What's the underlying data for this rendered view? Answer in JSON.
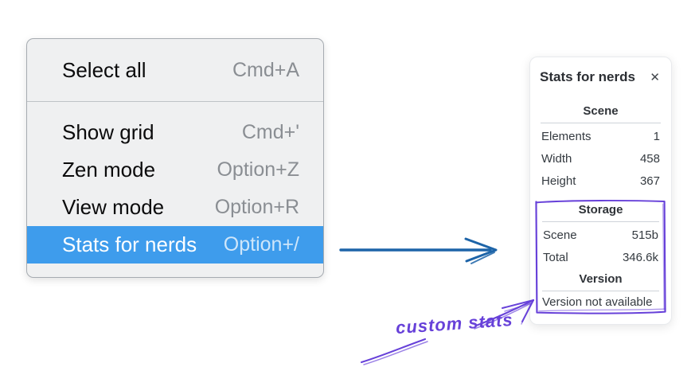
{
  "colors": {
    "canvas_bg": "#ffffff",
    "menu_bg": "#eff0f1",
    "menu_border": "#a6abb1",
    "menu_divider": "#bfc3c7",
    "menu_text": "#0b0b0c",
    "menu_shortcut": "#8a8e93",
    "highlight_blue": "#3e9cec",
    "highlight_text": "#ffffff",
    "panel_bg": "#ffffff",
    "panel_text": "#343a40",
    "panel_divider": "#ced3d9",
    "violet": "#6741d9",
    "arrow_blue": "#1d64a8"
  },
  "menu": {
    "group1": [
      {
        "label": "Select all",
        "shortcut": "Cmd+A"
      }
    ],
    "group2": [
      {
        "label": "Show grid",
        "shortcut": "Cmd+'"
      },
      {
        "label": "Zen mode",
        "shortcut": "Option+Z"
      },
      {
        "label": "View mode",
        "shortcut": "Option+R"
      },
      {
        "label": "Stats for nerds",
        "shortcut": "Option+/"
      }
    ]
  },
  "panel": {
    "title": "Stats for nerds",
    "close_icon": "✕",
    "scene": {
      "header": "Scene",
      "rows": [
        {
          "label": "Elements",
          "value": "1"
        },
        {
          "label": "Width",
          "value": "458"
        },
        {
          "label": "Height",
          "value": "367"
        }
      ]
    },
    "storage": {
      "header": "Storage",
      "rows": [
        {
          "label": "Scene",
          "value": "515b"
        },
        {
          "label": "Total",
          "value": "346.6k"
        }
      ]
    },
    "version": {
      "header": "Version",
      "note": "Version not available"
    }
  },
  "annotation": {
    "label": "custom stats"
  }
}
